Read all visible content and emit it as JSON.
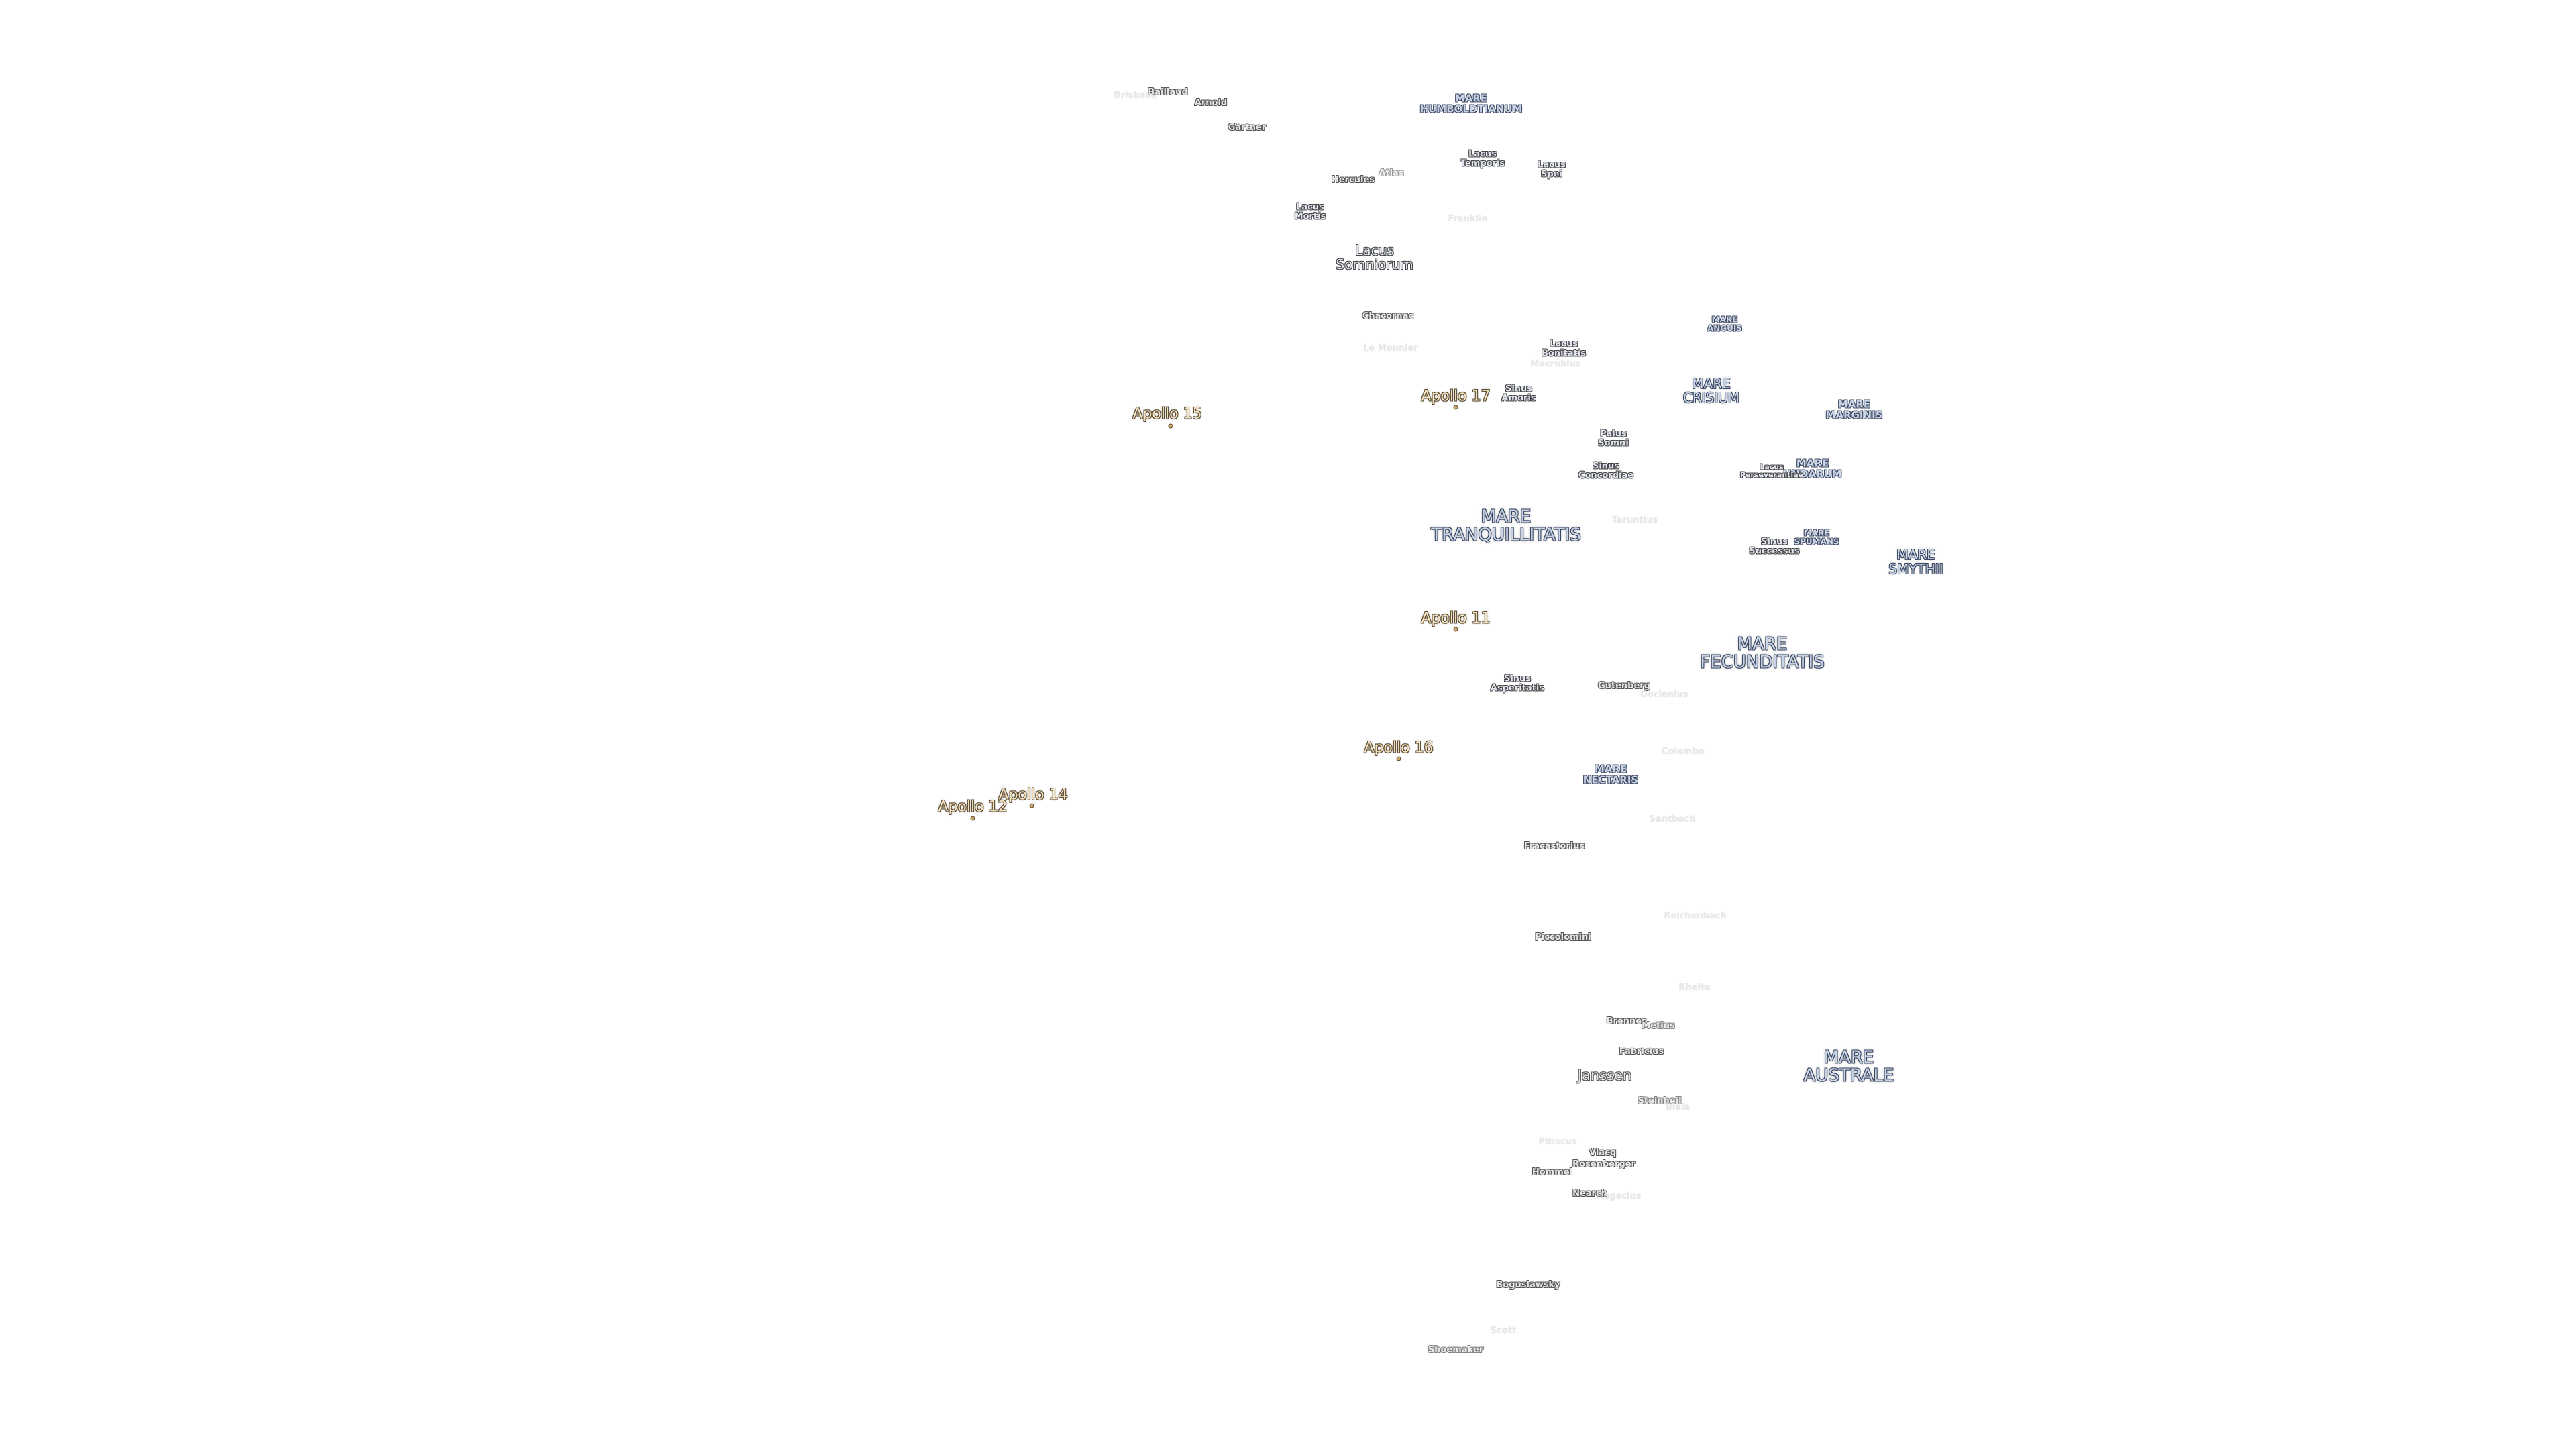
{
  "map": {
    "apollo_sites": [
      {
        "name": "Apollo 15"
      },
      {
        "name": "Apollo 17"
      },
      {
        "name": "Apollo 11"
      },
      {
        "name": "Apollo 16"
      },
      {
        "name": "Apollo 14"
      },
      {
        "name": "Apollo 12"
      }
    ],
    "maria": [
      {
        "name": "MARE\nHUMBOLDTIANUM"
      },
      {
        "name": "MARE\nANGUIS"
      },
      {
        "name": "MARE\nCRISIUM"
      },
      {
        "name": "MARE\nMARGINIS"
      },
      {
        "name": "MARE\nUNDARUM"
      },
      {
        "name": "MARE\nTRANQUILLITATIS"
      },
      {
        "name": "MARE\nSPUMANS"
      },
      {
        "name": "MARE\nSMYTHII"
      },
      {
        "name": "MARE\nFECUNDITATIS"
      },
      {
        "name": "MARE\nNECTARIS"
      },
      {
        "name": "MARE\nAUSTRALE"
      }
    ],
    "lakes": [
      {
        "name": "Lacus\nTemporis"
      },
      {
        "name": "Lacus\nSpei"
      },
      {
        "name": "Lacus\nMortis"
      },
      {
        "name": "Lacus\nSomniorum"
      },
      {
        "name": "Lacus\nBonitatis"
      },
      {
        "name": "Sinus\nAmoris"
      },
      {
        "name": "Palus\nSomni"
      },
      {
        "name": "Sinus\nConcordiae"
      },
      {
        "name": "Lacus\nPerseverantiae"
      },
      {
        "name": "Sinus\nSuccessus"
      },
      {
        "name": "Sinus\nAsperitatis"
      }
    ],
    "craters": [
      {
        "name": "Baillaud"
      },
      {
        "name": "Arnold"
      },
      {
        "name": "Gärtner"
      },
      {
        "name": "Hercules"
      },
      {
        "name": "Atlas"
      },
      {
        "name": "Chacornac"
      },
      {
        "name": "Gutenberg"
      },
      {
        "name": "Fracastorius"
      },
      {
        "name": "Piccolomini"
      },
      {
        "name": "Brenner"
      },
      {
        "name": "Metius"
      },
      {
        "name": "Fabricius"
      },
      {
        "name": "Janssen"
      },
      {
        "name": "Steinheil"
      },
      {
        "name": "Vlacq"
      },
      {
        "name": "Rosenberger"
      },
      {
        "name": "Hommel"
      },
      {
        "name": "Nearch"
      },
      {
        "name": "Boguslawsky"
      },
      {
        "name": "Shoemaker"
      }
    ],
    "faint_labels": [
      {
        "name": "Franklin"
      },
      {
        "name": "Macrobius"
      },
      {
        "name": "Taruntius"
      },
      {
        "name": "Goclenius"
      },
      {
        "name": "Colombo"
      },
      {
        "name": "Santbech"
      },
      {
        "name": "Reichenbach"
      },
      {
        "name": "Rheita"
      },
      {
        "name": "Pitiscus"
      },
      {
        "name": "Biela"
      },
      {
        "name": "Hagecius"
      },
      {
        "name": "Brisbane"
      },
      {
        "name": "Le Monnier"
      },
      {
        "name": "Scott"
      }
    ]
  }
}
